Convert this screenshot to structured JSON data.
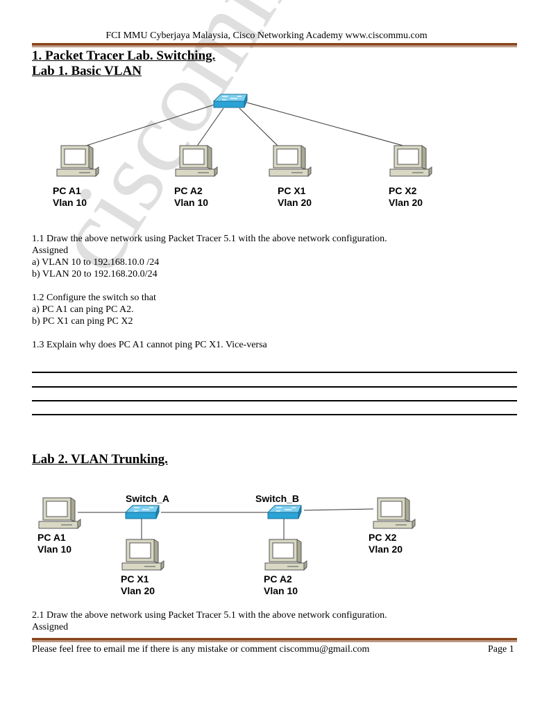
{
  "header": {
    "text": "FCI MMU Cyberjaya Malaysia, Cisco Networking Academy www.ciscommu.com"
  },
  "section1": {
    "title": "1. Packet Tracer Lab. Switching."
  },
  "lab1": {
    "title": "Lab 1. Basic VLAN",
    "pcs": [
      {
        "name": "PC A1",
        "vlan": "Vlan 10"
      },
      {
        "name": "PC A2",
        "vlan": "Vlan 10"
      },
      {
        "name": "PC X1",
        "vlan": "Vlan 20"
      },
      {
        "name": "PC X2",
        "vlan": "Vlan 20"
      }
    ],
    "q1_1": "1.1 Draw the above network using Packet Tracer 5.1 with the above network configuration.",
    "q1_1_assigned": "Assigned",
    "q1_1_a": "a) VLAN 10 to 192.168.10.0 /24",
    "q1_1_b": "b) VLAN 20 to 192.168.20.0/24",
    "q1_2": "1.2 Configure the switch so that",
    "q1_2_a": "a) PC A1 can ping PC A2.",
    "q1_2_b": "b) PC X1 can ping PC X2",
    "q1_3": "1.3 Explain why does PC A1 cannot ping PC X1. Vice-versa"
  },
  "lab2": {
    "title": "Lab 2. VLAN Trunking.",
    "switch_a": "Switch_A",
    "switch_b": "Switch_B",
    "pcs": [
      {
        "name": "PC A1",
        "vlan": "Vlan 10"
      },
      {
        "name": "PC X1",
        "vlan": "Vlan 20"
      },
      {
        "name": "PC A2",
        "vlan": "Vlan 10"
      },
      {
        "name": "PC X2",
        "vlan": "Vlan 20"
      }
    ],
    "q2_1": "2.1 Draw the above network using Packet Tracer 5.1 with the above network configuration.",
    "q2_1_assigned": "Assigned"
  },
  "watermark": "ciscommu.com",
  "footer": {
    "note": "Please feel free to email me if there is any mistake or comment ciscommu@gmail.com",
    "page": "Page 1"
  },
  "colors": {
    "rule": "#8a4a22",
    "switch": "#2aa3d6"
  }
}
